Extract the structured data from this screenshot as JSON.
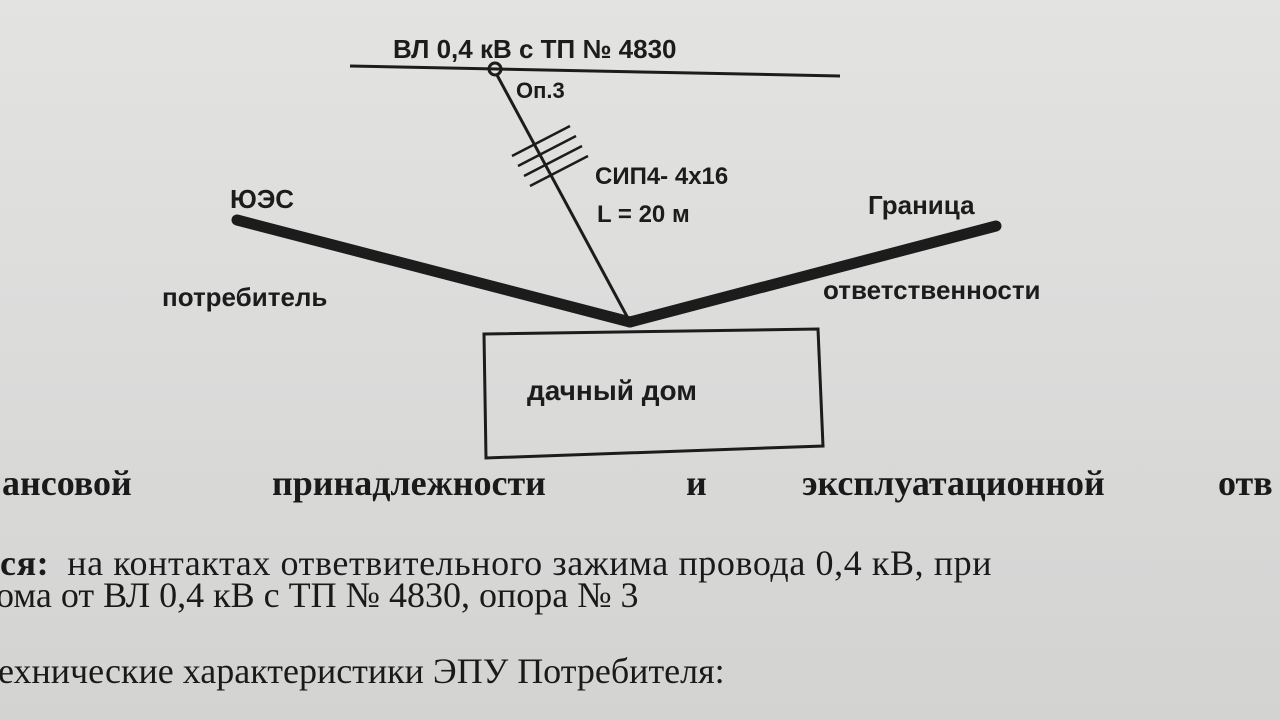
{
  "diagram": {
    "line_label": "ВЛ 0,4 кВ с ТП № 4830",
    "pole_label": "Оп.3",
    "cable_type": "СИП4- 4х16",
    "cable_length": "L = 20 м",
    "left_party": "ЮЭС",
    "left_role": "потребитель",
    "boundary_word1": "Граница",
    "boundary_word2": "ответственности",
    "house_label": "дачный дом"
  },
  "text": {
    "line1_words": [
      "ансовой",
      "принадлежности",
      "и",
      "эксплуатационной",
      "отв"
    ],
    "line2_bold": "ся:",
    "line2_text": "на контактах ответвительного зажима провода 0,4 кВ, при",
    "line3": "ома от ВЛ 0,4 кВ с ТП № 4830, опора № 3",
    "line4": "ехнические характеристики ЭПУ Потребителя:"
  }
}
